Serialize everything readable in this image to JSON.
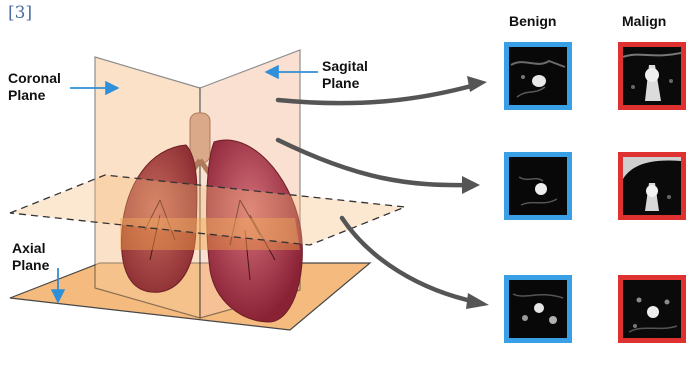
{
  "reference": "[3]",
  "labels": {
    "coronal": [
      "Coronal",
      "Plane"
    ],
    "sagital": [
      "Sagital",
      "Plane"
    ],
    "axial": [
      "Axial",
      "Plane"
    ]
  },
  "columns": {
    "benign": "Benign",
    "malign": "Malign"
  },
  "colors": {
    "benign_border": "#3aa0e6",
    "malign_border": "#e03131",
    "plane_fill": "#f5b97a",
    "arrow_blue": "#2f8fd8",
    "arrow_gray": "#555555"
  },
  "rows": [
    {
      "plane": "sagital",
      "benign_icon": "ct-patch-benign-1",
      "malign_icon": "ct-patch-malign-1"
    },
    {
      "plane": "coronal",
      "benign_icon": "ct-patch-benign-2",
      "malign_icon": "ct-patch-malign-2"
    },
    {
      "plane": "axial",
      "benign_icon": "ct-patch-benign-3",
      "malign_icon": "ct-patch-malign-3"
    }
  ]
}
